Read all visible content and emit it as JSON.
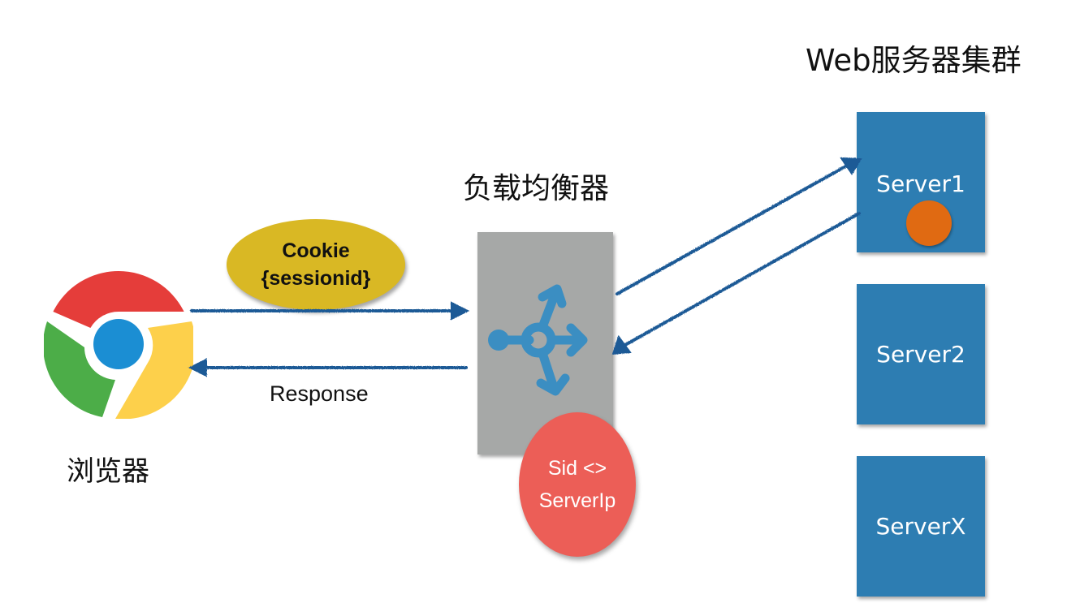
{
  "diagram": {
    "browser": {
      "label": "浏览器",
      "icon": "chrome-icon"
    },
    "load_balancer": {
      "label": "负载均衡器",
      "icon": "load-balancer-icon",
      "mapping_line1": "Sid <>",
      "mapping_line2": "ServerIp"
    },
    "cookie": {
      "line1": "Cookie",
      "line2": "{sessionid}"
    },
    "response": {
      "label": "Response"
    },
    "cluster": {
      "title": "Web服务器集群",
      "servers": [
        {
          "label": "Server1",
          "has_session": true
        },
        {
          "label": "Server2",
          "has_session": false
        },
        {
          "label": "ServerX",
          "has_session": false
        }
      ]
    },
    "colors": {
      "arrow": "#1f5a96",
      "server": "#2d7db2",
      "load_balancer_box": "#a6a8a7",
      "load_balancer_glyph": "#3b8ec2",
      "cookie": "#d9b824",
      "mapping": "#ec5e57",
      "session_dot": "#e06a12",
      "chrome_red": "#e53d3a",
      "chrome_green": "#4cad48",
      "chrome_yellow": "#fdd04b",
      "chrome_blue": "#1b8ed3"
    }
  }
}
